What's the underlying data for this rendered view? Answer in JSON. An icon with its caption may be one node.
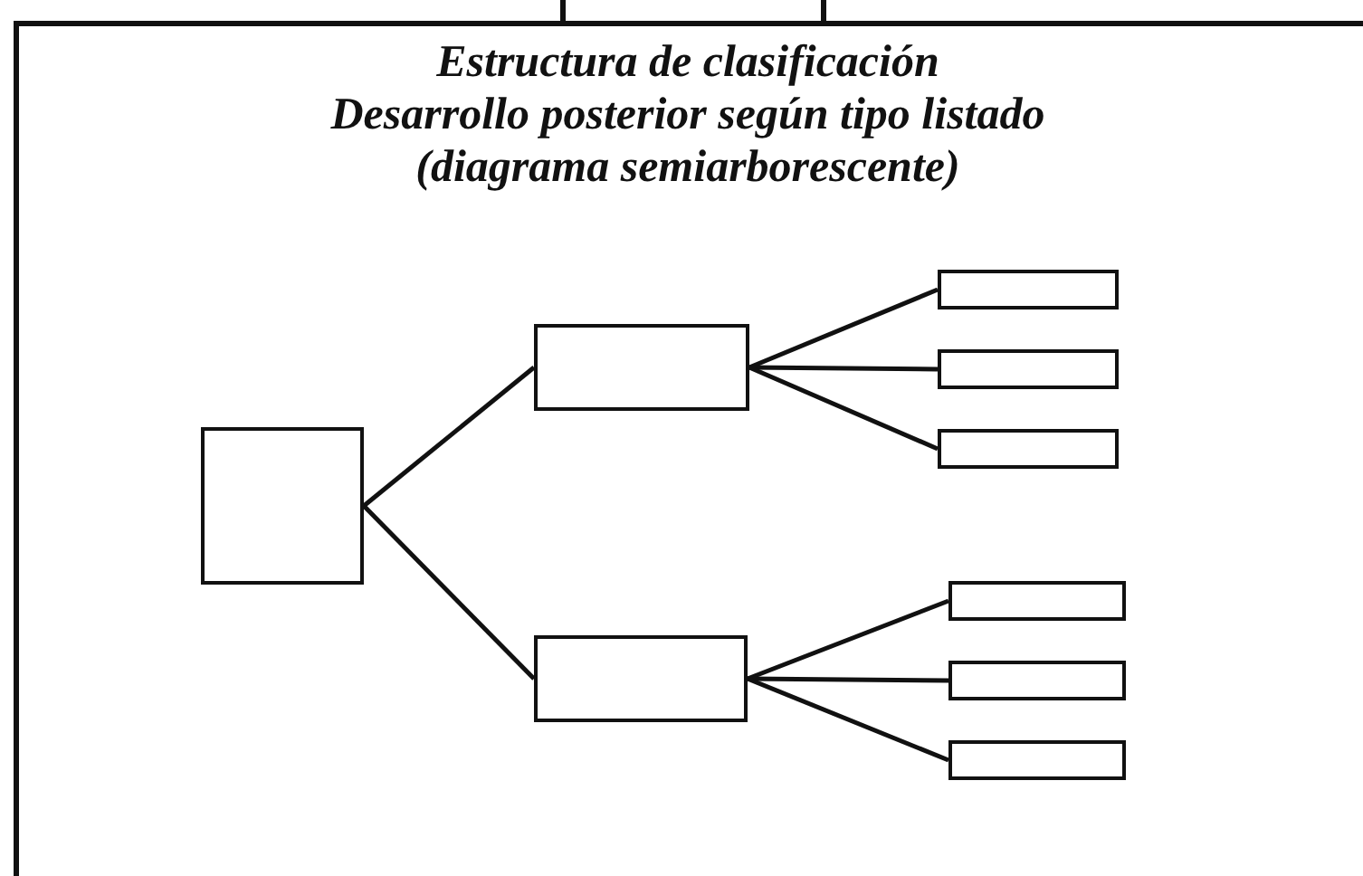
{
  "diagram": {
    "title": "Estructura de clasificación",
    "labels": [
      "Desarrollo posterior según tipo listado",
      "(diagrama semiarborescente)"
    ],
    "nodes": [
      {
        "text": [],
        "shape": "box"
      },
      {
        "text": [],
        "shape": "box"
      },
      {
        "text": [],
        "shape": "box"
      },
      {
        "text": [],
        "shape": "box"
      },
      {
        "text": [],
        "shape": "box"
      },
      {
        "text": [],
        "shape": "box"
      },
      {
        "text": [],
        "shape": "box"
      },
      {
        "text": [],
        "shape": "box"
      },
      {
        "text": [],
        "shape": "box"
      }
    ],
    "edges": [
      {
        "from": 0,
        "to": 1,
        "arrow": "none"
      },
      {
        "from": 0,
        "to": 2,
        "arrow": "none"
      },
      {
        "from": 1,
        "to": 3,
        "arrow": "none"
      },
      {
        "from": 1,
        "to": 4,
        "arrow": "none"
      },
      {
        "from": 1,
        "to": 5,
        "arrow": "none"
      },
      {
        "from": 2,
        "to": 6,
        "arrow": "none"
      },
      {
        "from": 2,
        "to": 7,
        "arrow": "none"
      },
      {
        "from": 2,
        "to": 8,
        "arrow": "none"
      }
    ]
  }
}
